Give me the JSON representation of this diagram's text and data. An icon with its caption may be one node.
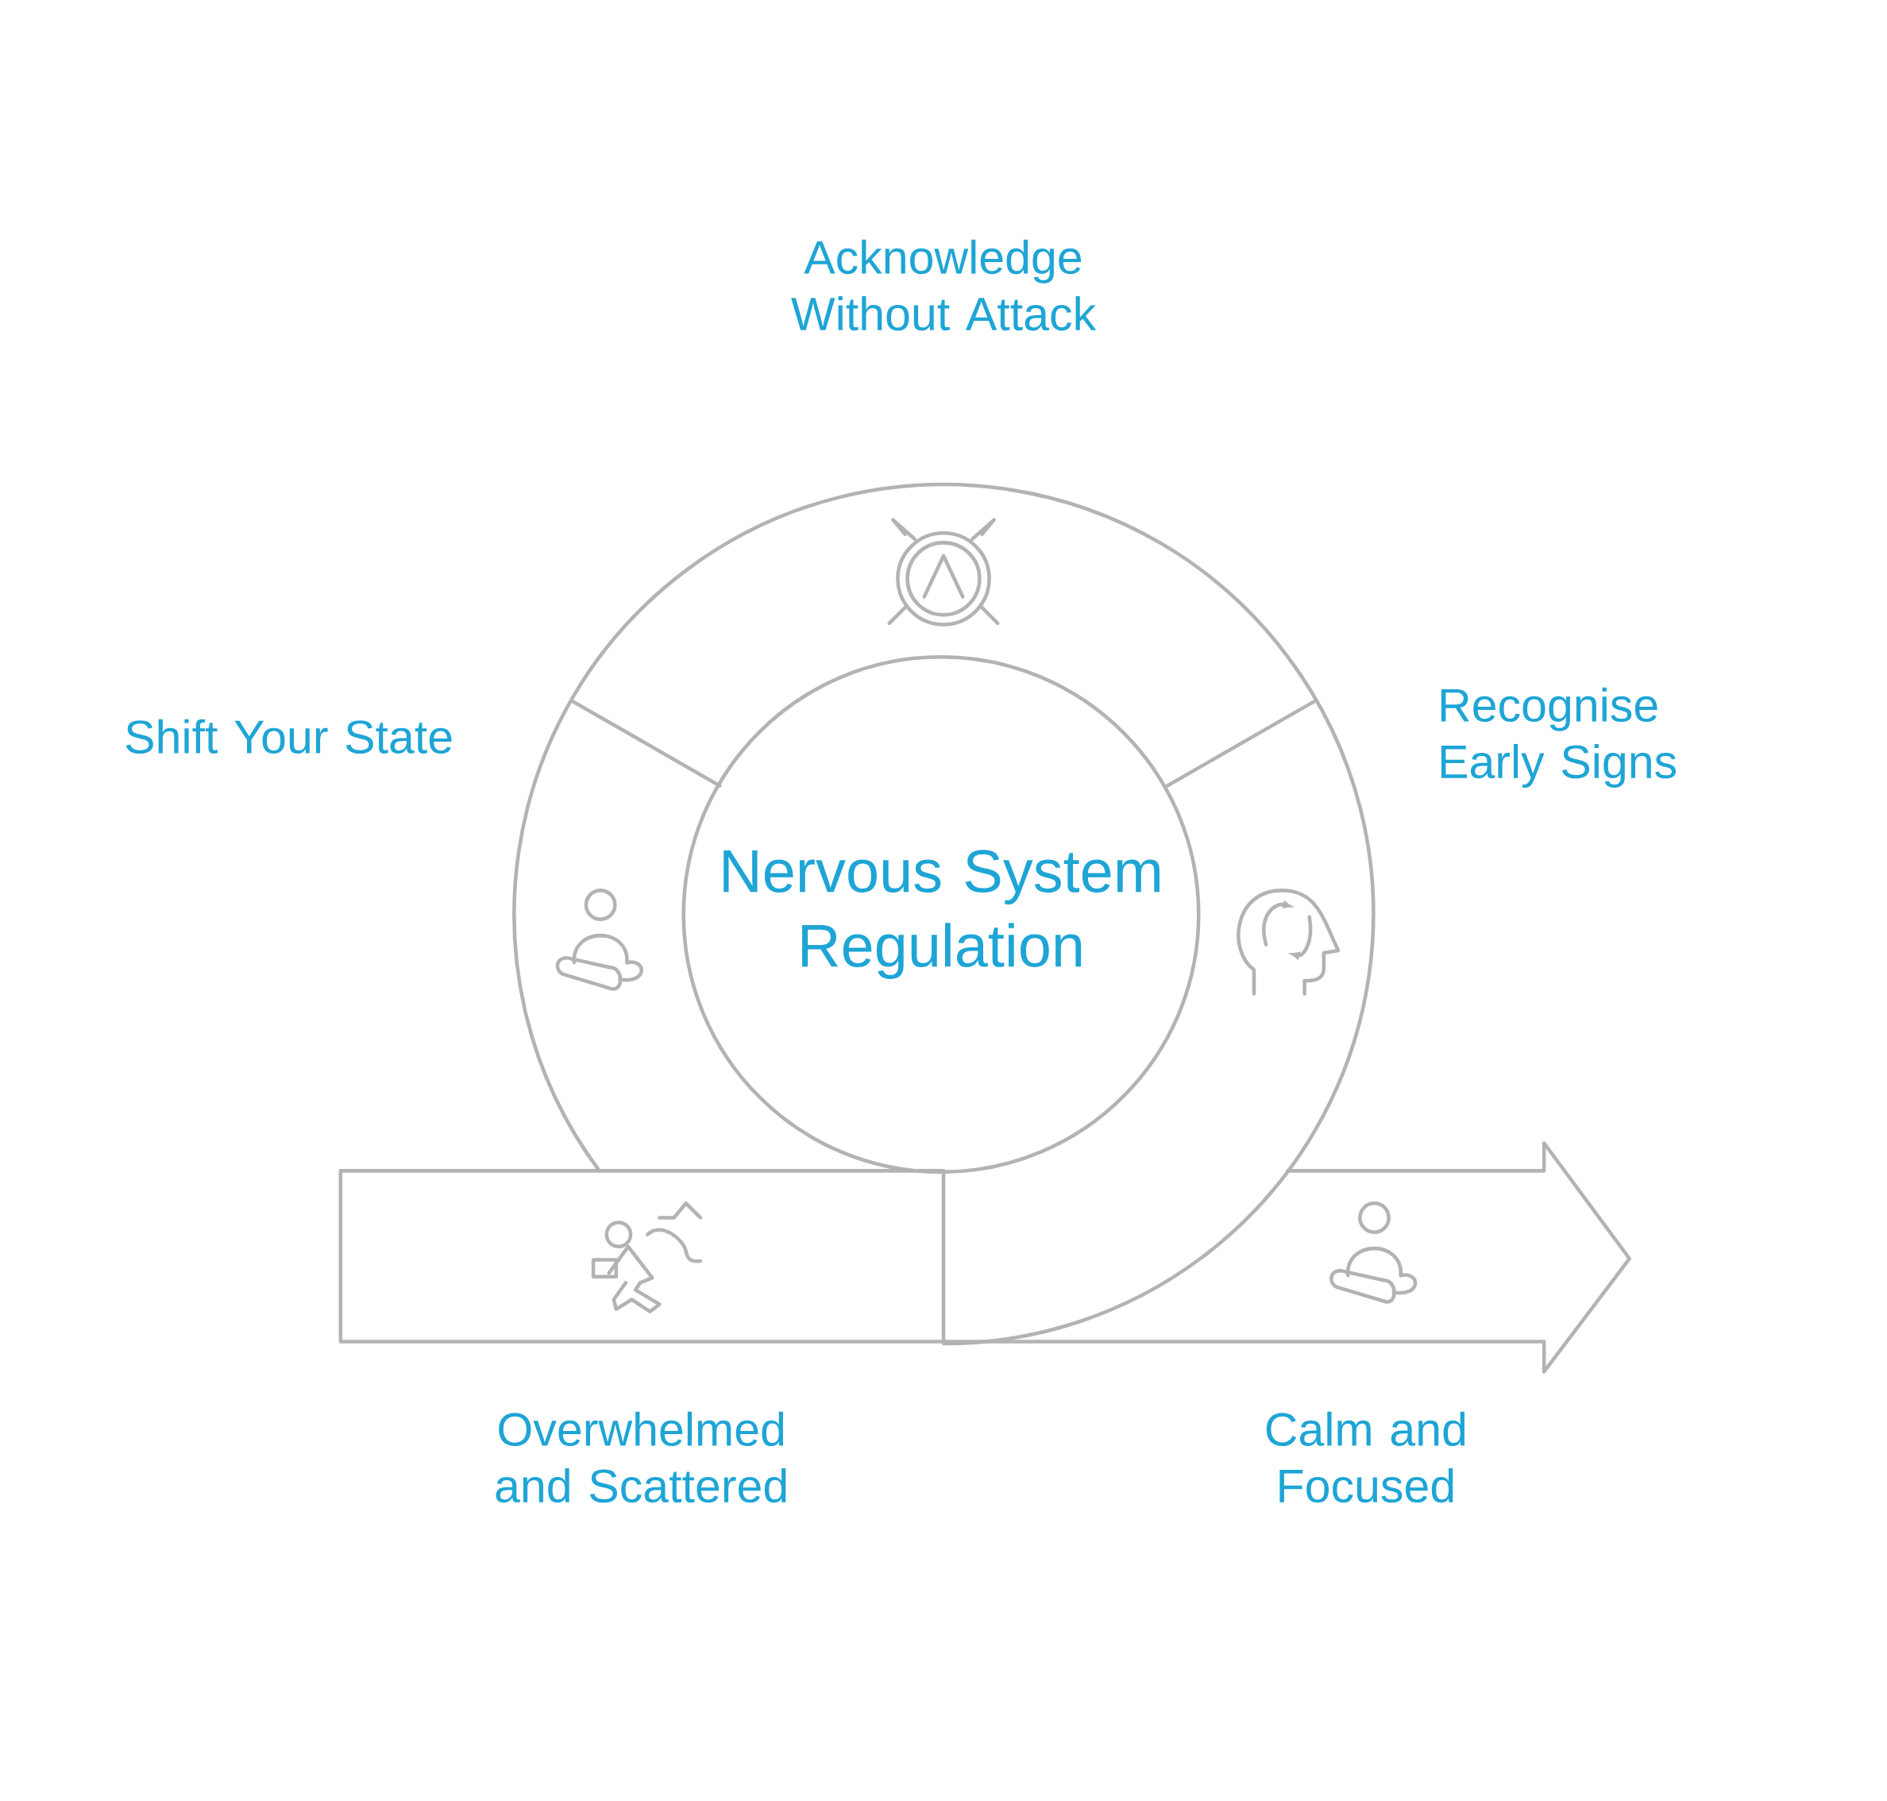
{
  "diagram": {
    "nodes": [
      {
        "text": [
          "Nervous System Regulation"
        ]
      },
      {
        "text": [
          "Acknowledge Without Attack"
        ]
      },
      {
        "text": [
          "Shift Your State"
        ]
      },
      {
        "text": [
          "Recognise Early Signs"
        ]
      },
      {
        "text": [
          "Overwhelmed and Scattered"
        ]
      },
      {
        "text": [
          "Calm and Focused"
        ]
      }
    ]
  }
}
